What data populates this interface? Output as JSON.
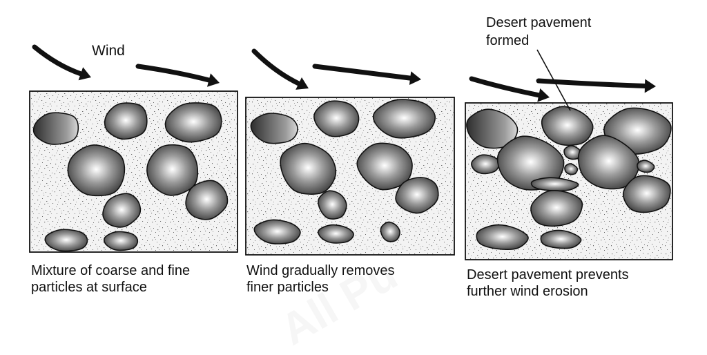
{
  "labels": {
    "wind": "Wind",
    "pavement": "Desert pavement\nformed"
  },
  "captions": [
    "Mixture of coarse and fine\n particles at surface",
    "Wind gradually removes\nfiner particles",
    "Desert pavement prevents\nfurther wind erosion"
  ],
  "colors": {
    "pebble_light": "#ffffff",
    "pebble_dark": "#3a3a3a",
    "sand_background": "#f2f2f2",
    "outline": "#111111"
  },
  "watermark": "All Pu"
}
